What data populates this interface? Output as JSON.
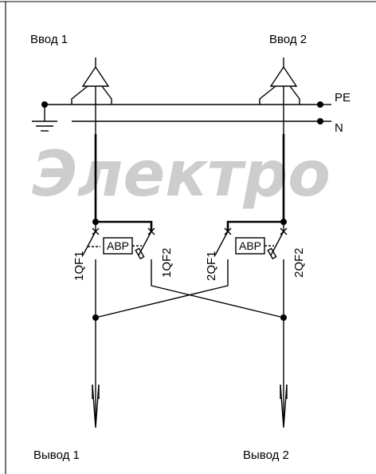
{
  "inputs": {
    "input1": "Ввод 1",
    "input2": "Ввод 2"
  },
  "outputs": {
    "output1": "Вывод 1",
    "output2": "Вывод 2"
  },
  "buses": {
    "pe": "PE",
    "n": "N"
  },
  "breakers": {
    "b1qf1": "1QF1",
    "b1qf2": "1QF2",
    "b2qf1": "2QF1",
    "b2qf2": "2QF2"
  },
  "avr": {
    "left": "АВР",
    "right": "АВР"
  },
  "watermark": "Электро"
}
